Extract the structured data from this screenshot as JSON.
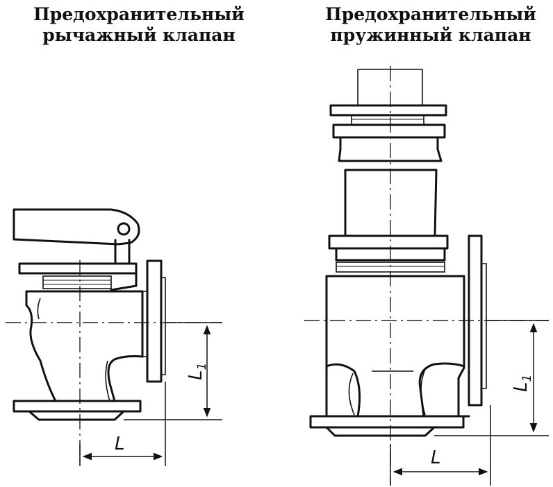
{
  "captions": {
    "lever_valve_line1": "Предохранительный",
    "lever_valve_line2": "рычажный клапан",
    "spring_valve_line1": "Предохранительный",
    "spring_valve_line2": "пружинный клапан"
  },
  "dimensions": {
    "left_height": "L",
    "left_height_sub": "1",
    "left_width": "L",
    "right_height": "L",
    "right_height_sub": "1",
    "right_width": "L"
  }
}
